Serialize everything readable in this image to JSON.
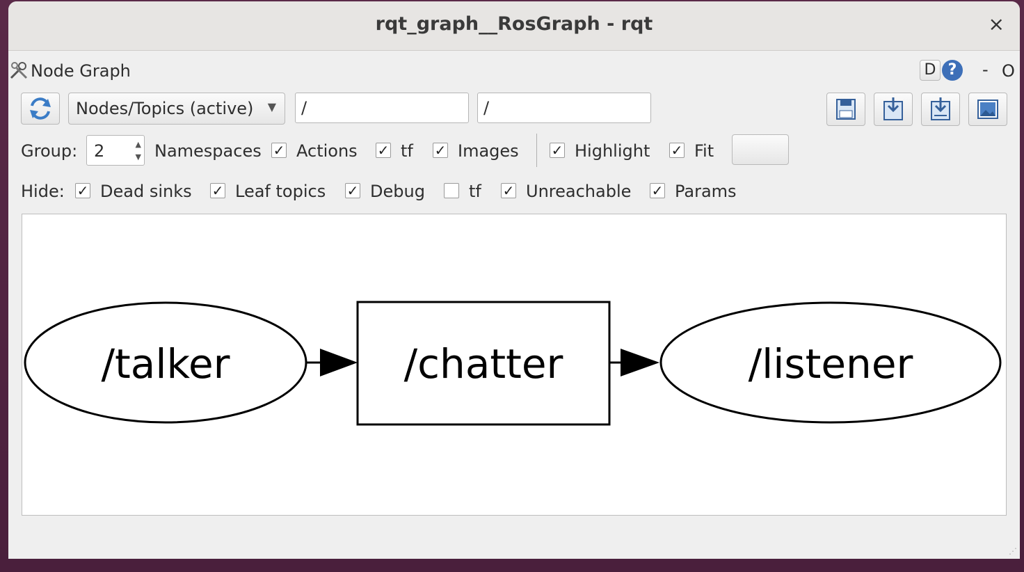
{
  "window": {
    "title": "rqt_graph__RosGraph - rqt",
    "close_glyph": "×"
  },
  "plugin": {
    "title": "Node Graph",
    "help_d": "D",
    "help_q": "?",
    "minimize": "-",
    "float": "O"
  },
  "toolbar": {
    "view_mode": "Nodes/Topics (active)",
    "filter_in": "/",
    "filter_out": "/"
  },
  "row2": {
    "group_label": "Group:",
    "group_value": "2",
    "namespaces": "Namespaces",
    "namespaces_checked": true,
    "actions": "Actions",
    "actions_checked": true,
    "tf": "tf",
    "tf_checked": true,
    "images": "Images",
    "images_checked": true,
    "highlight": "Highlight",
    "highlight_checked": true,
    "fit": "Fit",
    "fit_checked": true
  },
  "row3": {
    "hide_label": "Hide:",
    "dead_sinks": "Dead sinks",
    "leaf_topics": "Leaf topics",
    "debug": "Debug",
    "tf": "tf",
    "tf_checked": false,
    "unreachable": "Unreachable",
    "params": "Params"
  },
  "graph": {
    "nodes": [
      {
        "id": "talker",
        "label": "/talker",
        "shape": "ellipse"
      },
      {
        "id": "chatter",
        "label": "/chatter",
        "shape": "box"
      },
      {
        "id": "listener",
        "label": "/listener",
        "shape": "ellipse"
      }
    ],
    "edges": [
      [
        "talker",
        "chatter"
      ],
      [
        "chatter",
        "listener"
      ]
    ]
  },
  "icons": [
    "refresh-icon",
    "save-dot-icon",
    "load-dot-icon",
    "save-svg-icon",
    "save-image-icon",
    "tools-icon"
  ],
  "check_glyph": "✓"
}
